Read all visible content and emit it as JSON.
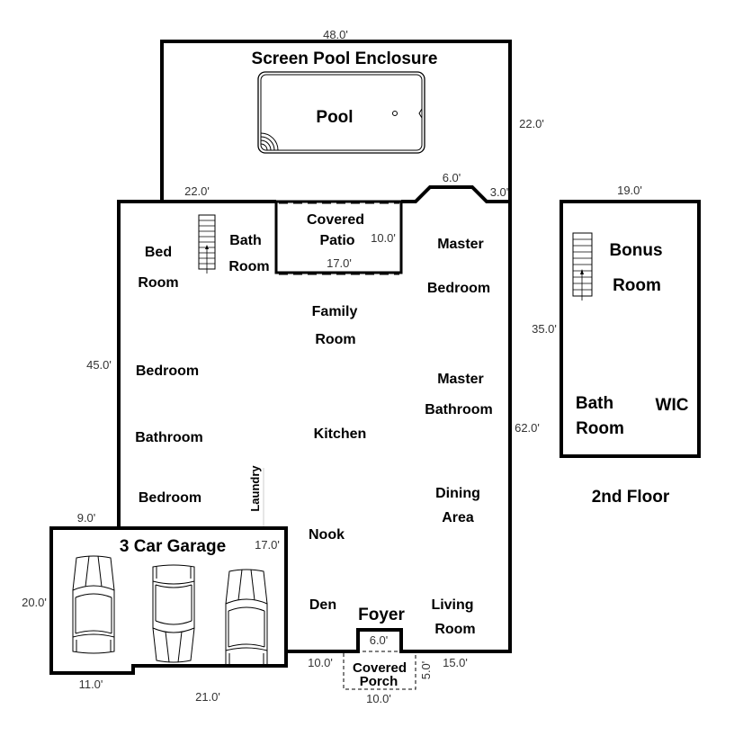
{
  "rooms": {
    "pool_enclosure": "Screen Pool Enclosure",
    "pool": "Pool",
    "covered_patio_1": "Covered",
    "covered_patio_2": "Patio",
    "bed_room_1": "Bed",
    "bed_room_2": "Room",
    "bath_room_1": "Bath",
    "bath_room_2": "Room",
    "master_1": "Master",
    "master_2": "Bedroom",
    "family_1": "Family",
    "family_2": "Room",
    "bedroom_a": "Bedroom",
    "bathroom": "Bathroom",
    "bedroom_b": "Bedroom",
    "laundry": "Laundry",
    "master_bath_1": "Master",
    "master_bath_2": "Bathroom",
    "kitchen": "Kitchen",
    "dining_1": "Dining",
    "dining_2": "Area",
    "nook": "Nook",
    "den": "Den",
    "foyer": "Foyer",
    "living_1": "Living",
    "living_2": "Room",
    "porch_1": "Covered",
    "porch_2": "Porch",
    "garage": "3 Car Garage",
    "bonus_1": "Bonus",
    "bonus_2": "Room",
    "bath2_1": "Bath",
    "bath2_2": "Room",
    "wic": "WIC",
    "second_floor": "2nd Floor"
  },
  "dimensions": {
    "pool_width": "48.0'",
    "pool_depth": "22.0'",
    "left_top": "22.0'",
    "bump_width": "6.0'",
    "bump_side": "3.0'",
    "patio_depth": "10.0'",
    "patio_width": "17.0'",
    "left_side": "45.0'",
    "right_side": "62.0'",
    "garage_offset": "9.0'",
    "garage_depth": "17.0'",
    "garage_side": "20.0'",
    "garage_bottom_left": "11.0'",
    "garage_bottom": "21.0'",
    "den_width": "10.0'",
    "foyer_width": "6.0'",
    "porch_depth": "5.0'",
    "living_width": "15.0'",
    "porch_width": "10.0'",
    "second_width": "19.0'",
    "second_depth": "35.0'"
  }
}
